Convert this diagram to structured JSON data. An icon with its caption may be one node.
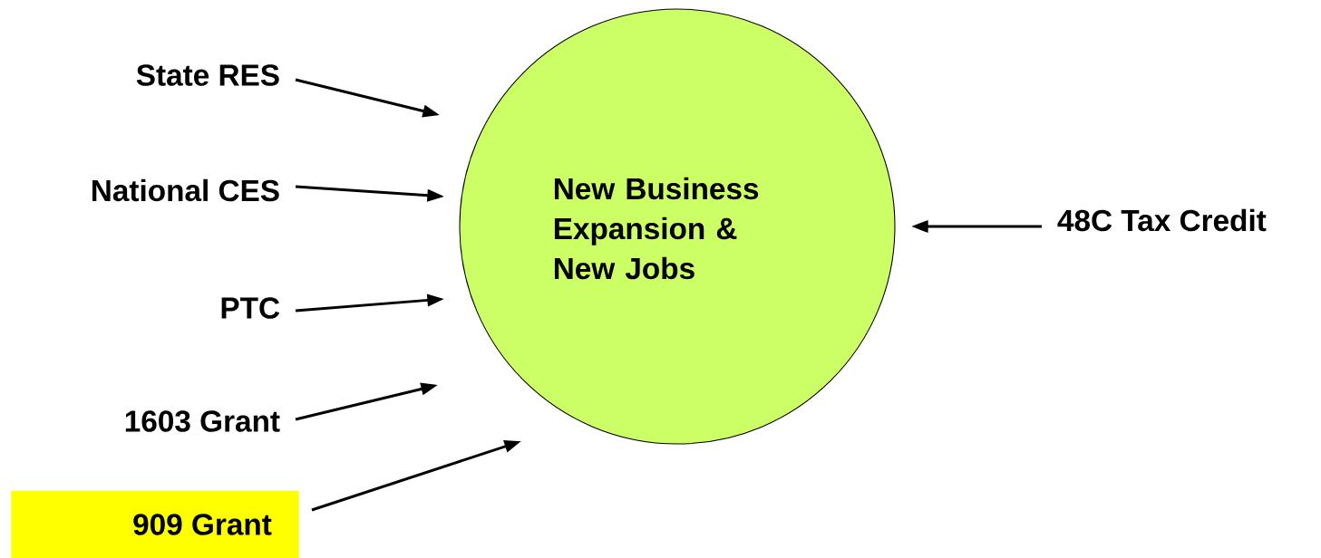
{
  "diagram": {
    "nodes": [
      {
        "text": [
          "New Business Expansion & New Jobs"
        ]
      },
      {
        "text": [
          "State RES"
        ]
      },
      {
        "text": [
          "National CES"
        ]
      },
      {
        "text": [
          "PTC"
        ]
      },
      {
        "text": [
          "1603 Grant"
        ]
      },
      {
        "text": [
          "909 Grant"
        ]
      },
      {
        "text": [
          "48C Tax Credit"
        ]
      }
    ],
    "edges": [
      {
        "from": 1,
        "to": 0,
        "arrow": "to"
      },
      {
        "from": 2,
        "to": 0,
        "arrow": "to"
      },
      {
        "from": 3,
        "to": 0,
        "arrow": "to"
      },
      {
        "from": 4,
        "to": 0,
        "arrow": "to"
      },
      {
        "from": 5,
        "to": 0,
        "arrow": "to"
      },
      {
        "from": 6,
        "to": 0,
        "arrow": "to"
      }
    ]
  }
}
